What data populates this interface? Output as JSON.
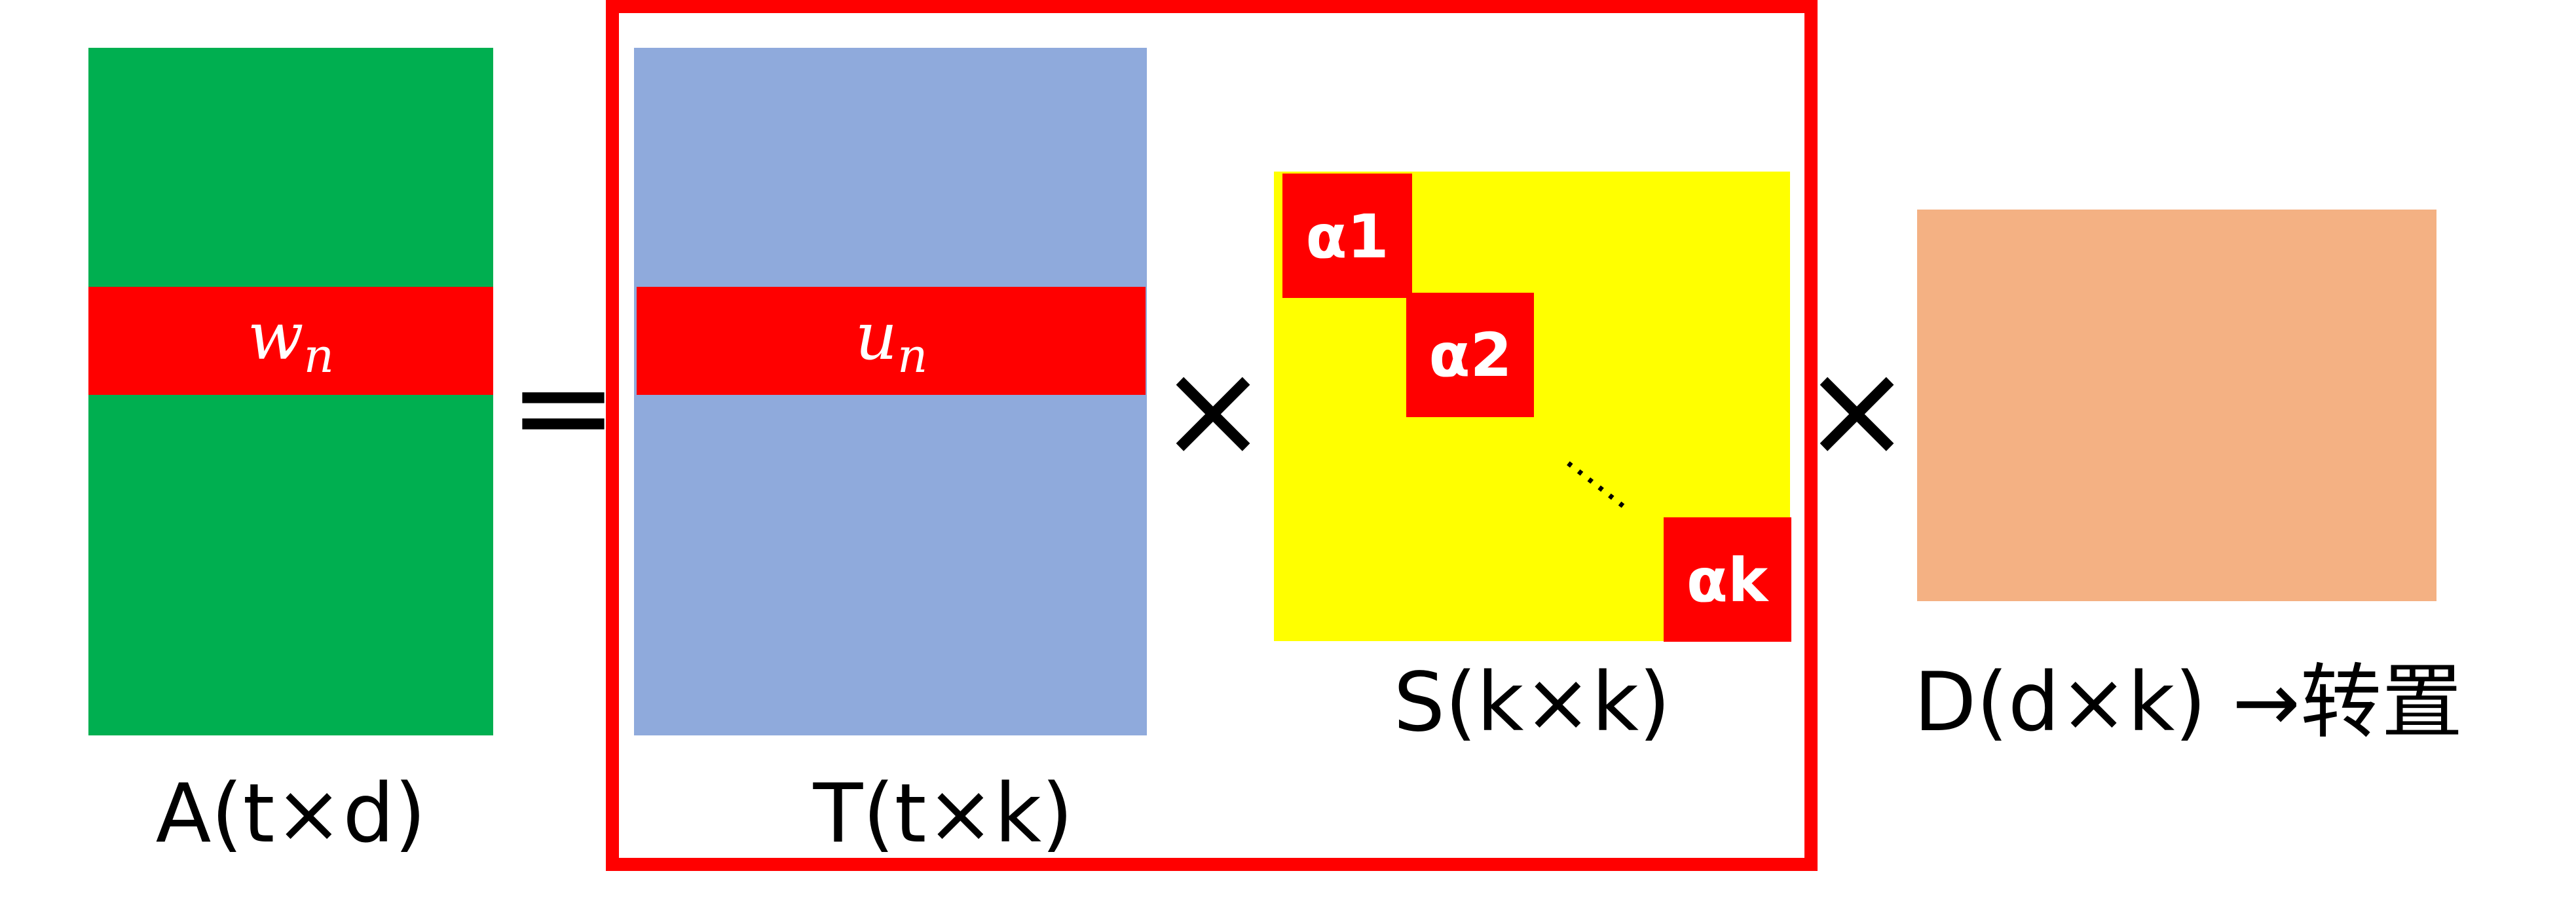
{
  "matrix_a": {
    "label": "A(t×d)",
    "row_symbol": "w",
    "row_subscript": "n",
    "color": "#00AF50",
    "row_color": "#FF0000"
  },
  "equals_sign": "=",
  "matrix_t": {
    "label": "T(t×k)",
    "row_symbol": "u",
    "row_subscript": "n",
    "color": "#8FAADC",
    "row_color": "#FF0000"
  },
  "times_sign_1": "×",
  "matrix_s": {
    "label": "S(k×k)",
    "color": "#FFFF00",
    "diag_color": "#FF0000",
    "diagonal": [
      "α1",
      "α2",
      "αk"
    ],
    "ellipsis": "……"
  },
  "times_sign_2": "×",
  "matrix_d": {
    "label": "D(d×k) →转置",
    "color": "#F4B183"
  },
  "highlight_box_color": "#FF0000"
}
